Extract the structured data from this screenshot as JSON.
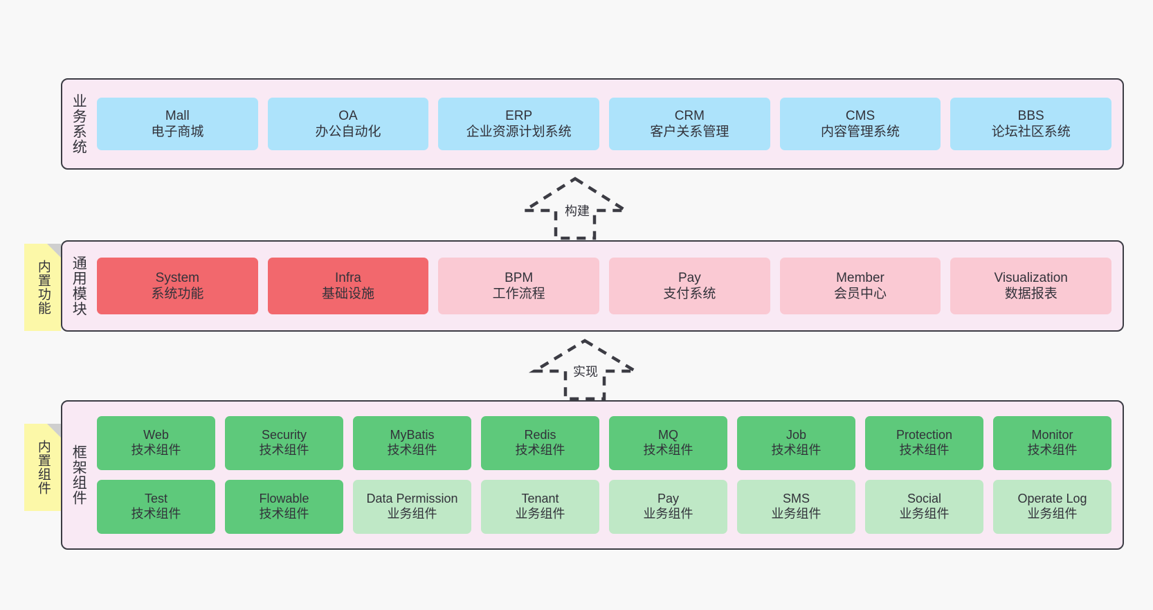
{
  "diagram": {
    "title_visible": false,
    "colors": {
      "canvas_bg": "#f8f8f8",
      "layer_bg": "#f9e9f4",
      "layer_border": "#3c3c44",
      "business_node": "#ade3fb",
      "module_core_node": "#f2686d",
      "module_node": "#fac9d3",
      "framework_tech_node": "#5ec97b",
      "framework_biz_node": "#bfe8c6",
      "note_bg": "#fcf8a8",
      "note_fold": "#cfcfcf"
    }
  },
  "layers": {
    "business": {
      "title": "业务系统",
      "nodes": [
        {
          "en": "Mall",
          "cn": "电子商城"
        },
        {
          "en": "OA",
          "cn": "办公自动化"
        },
        {
          "en": "ERP",
          "cn": "企业资源计划系统"
        },
        {
          "en": "CRM",
          "cn": "客户关系管理"
        },
        {
          "en": "CMS",
          "cn": "内容管理系统"
        },
        {
          "en": "BBS",
          "cn": "论坛社区系统"
        }
      ]
    },
    "module": {
      "title": "通用模块",
      "note": "内置功能",
      "nodes": [
        {
          "en": "System",
          "cn": "系统功能"
        },
        {
          "en": "Infra",
          "cn": "基础设施"
        },
        {
          "en": "BPM",
          "cn": "工作流程"
        },
        {
          "en": "Pay",
          "cn": "支付系统"
        },
        {
          "en": "Member",
          "cn": "会员中心"
        },
        {
          "en": "Visualization",
          "cn": "数据报表"
        }
      ]
    },
    "framework": {
      "title": "框架组件",
      "note": "内置组件",
      "row1": [
        {
          "en": "Web",
          "cn": "技术组件"
        },
        {
          "en": "Security",
          "cn": "技术组件"
        },
        {
          "en": "MyBatis",
          "cn": "技术组件"
        },
        {
          "en": "Redis",
          "cn": "技术组件"
        },
        {
          "en": "MQ",
          "cn": "技术组件"
        },
        {
          "en": "Job",
          "cn": "技术组件"
        },
        {
          "en": "Protection",
          "cn": "技术组件"
        },
        {
          "en": "Monitor",
          "cn": "技术组件"
        }
      ],
      "row2": [
        {
          "en": "Test",
          "cn": "技术组件"
        },
        {
          "en": "Flowable",
          "cn": "技术组件"
        },
        {
          "en": "Data Permission",
          "cn": "业务组件"
        },
        {
          "en": "Tenant",
          "cn": "业务组件"
        },
        {
          "en": "Pay",
          "cn": "业务组件"
        },
        {
          "en": "SMS",
          "cn": "业务组件"
        },
        {
          "en": "Social",
          "cn": "业务组件"
        },
        {
          "en": "Operate Log",
          "cn": "业务组件"
        }
      ]
    }
  },
  "connectors": {
    "build": {
      "label": "构建"
    },
    "implement": {
      "label": "实现"
    }
  }
}
